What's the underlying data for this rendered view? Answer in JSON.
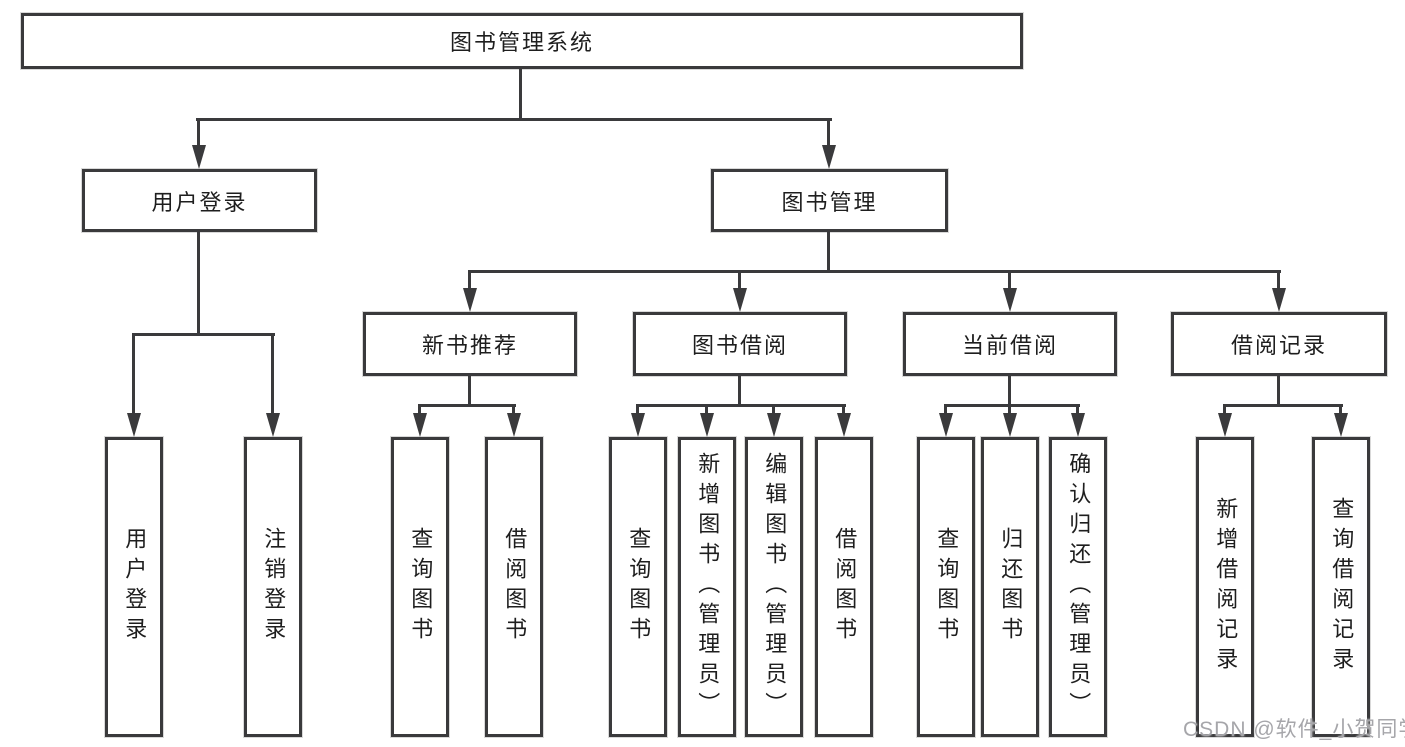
{
  "tree": {
    "root": "图书管理系统",
    "branches": [
      {
        "label": "用户登录",
        "children": [
          "用户登录",
          "注销登录"
        ]
      },
      {
        "label": "图书管理",
        "groups": [
          {
            "label": "新书推荐",
            "children": [
              "查询图书",
              "借阅图书"
            ]
          },
          {
            "label": "图书借阅",
            "children": [
              "查询图书",
              "新增图书（管理员）",
              "编辑图书（管理员）",
              "借阅图书"
            ]
          },
          {
            "label": "当前借阅",
            "children": [
              "查询图书",
              "归还图书",
              "确认归还（管理员）"
            ]
          },
          {
            "label": "借阅记录",
            "children": [
              "新增借阅记录",
              "查询借阅记录"
            ]
          }
        ]
      }
    ]
  },
  "watermark": {
    "text": "CSDN @软件_小贺同学"
  },
  "colors": {
    "line": "#3a3a3c",
    "text": "#1e1e1e",
    "background": "#ffffff",
    "watermark": "#a6a6aa"
  }
}
